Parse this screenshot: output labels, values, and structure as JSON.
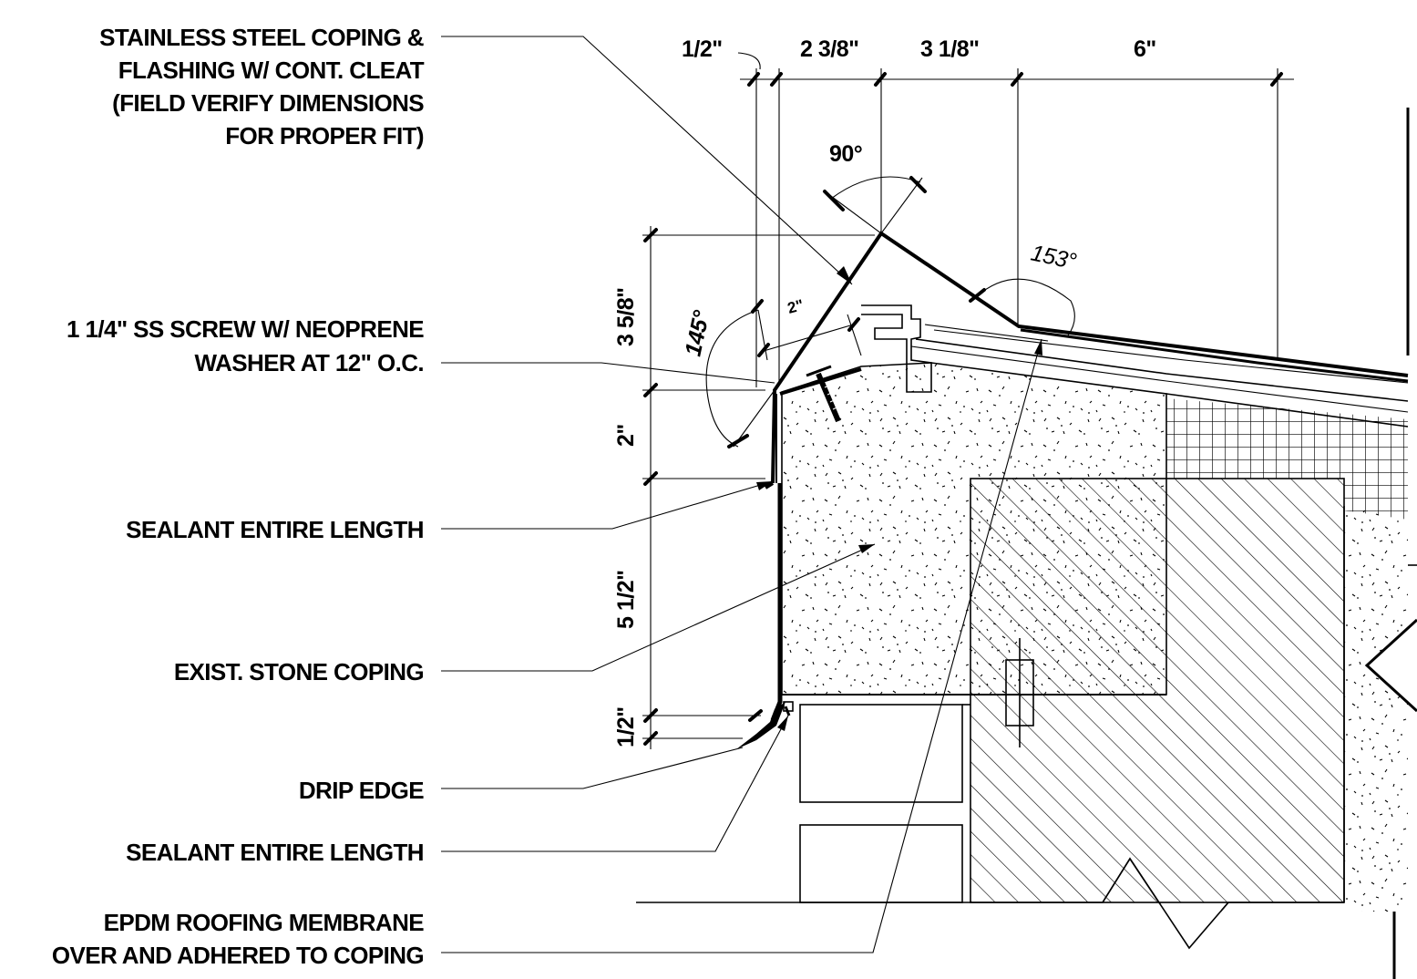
{
  "notes": {
    "coping_flashing": [
      "STAINLESS STEEL COPING &",
      "FLASHING W/ CONT. CLEAT",
      "(FIELD VERIFY DIMENSIONS",
      "FOR PROPER FIT)"
    ],
    "screw": [
      "1 1/4\" SS SCREW W/ NEOPRENE",
      "WASHER AT 12\" O.C."
    ],
    "sealant_top": "SEALANT ENTIRE LENGTH",
    "stone_coping": "EXIST. STONE COPING",
    "drip_edge": "DRIP EDGE",
    "sealant_bottom": "SEALANT ENTIRE LENGTH",
    "epdm": [
      "EPDM ROOFING MEMBRANE",
      "OVER AND ADHERED TO COPING"
    ]
  },
  "dimensions": {
    "top_half": "1/2\"",
    "top_2_3_8": "2 3/8\"",
    "top_3_1_8": "3 1/8\"",
    "top_6": "6\"",
    "left_3_5_8": "3 5/8\"",
    "left_2": "2\"",
    "left_5_1_2": "5 1/2\"",
    "left_half": "1/2\"",
    "small_2": "2\""
  },
  "angles": {
    "apex": "90°",
    "slope": "153°",
    "face": "145°"
  }
}
